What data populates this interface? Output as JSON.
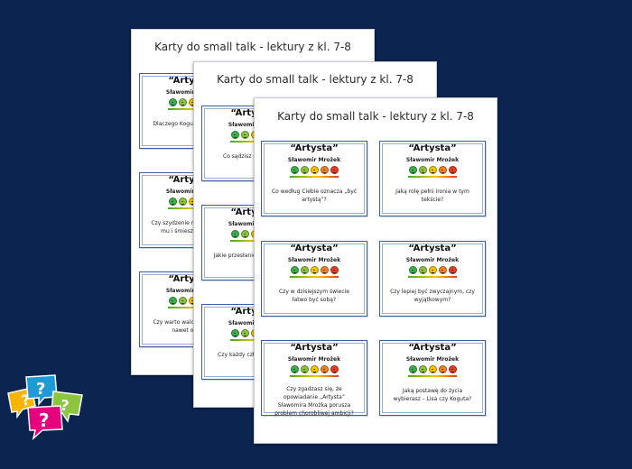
{
  "colors": {
    "background": "#0c2450",
    "card_border": "#3c5fa3",
    "face_colors": [
      "#39b34a",
      "#8cc63f",
      "#f7c400",
      "#f58220",
      "#e93c23"
    ]
  },
  "sheets": [
    {
      "title": "Karty do small talk - lektury z kl. 7-8",
      "cards": [
        {
          "title": "“Artysta”",
          "author": "Sławomir Mrożek",
          "question": "Dlaczego Koguta udawanie..."
        },
        {
          "title": "“Artysta”",
          "author": "Sławomir Mrożek",
          "question": "Czy szydzenie ma uświadomić mu i śmieszności jest..."
        },
        {
          "title": "“Artysta”",
          "author": "Sławomir Mrożek",
          "question": "Czy warto walczyć marzenia, nawet oszust..."
        }
      ]
    },
    {
      "title": "Karty do small talk - lektury z kl. 7-8",
      "cards": [
        {
          "title": "“Artysta”",
          "author": "Sławomir Mrożek",
          "question": "Co sądzisz o gł... – Ko..."
        },
        {
          "title": "“Artysta”",
          "author": "Sławomir Mrożek",
          "question": "Jakie przesłanie niesie utwór..."
        },
        {
          "title": "“Artysta”",
          "author": "Sławomir Mrożek",
          "question": "Czy każdy człowiek z arty..."
        }
      ]
    },
    {
      "title": "Karty do small talk - lektury z kl. 7-8",
      "cards": [
        {
          "title": "“Artysta”",
          "author": "Sławomir Mrożek",
          "question": "Co według Ciebie oznacza „być artystą”?"
        },
        {
          "title": "“Artysta”",
          "author": "Sławomir Mrożek",
          "question": "Jaką rolę pełni ironia w tym tekście?"
        },
        {
          "title": "“Artysta”",
          "author": "Sławomir Mrożek",
          "question": "Czy w dzisiejszym świecie łatwo być sobą?"
        },
        {
          "title": "“Artysta”",
          "author": "Sławomir Mrożek",
          "question": "Czy lepiej być zwyczajnym, czy wyjątkowym?"
        },
        {
          "title": "“Artysta”",
          "author": "Sławomir Mrożek",
          "question": "Czy zgadzasz się, że opowiadanie „Artysta” Sławomira Mrożka porusza problem chorobliwej ambicji?"
        },
        {
          "title": "“Artysta”",
          "author": "Sławomir Mrożek",
          "question": "Jaką postawę do życia wybierasz – Lisa czy Koguta?"
        }
      ]
    }
  ],
  "logo": {
    "glyph": "?",
    "bubble_colors": [
      "#f7b500",
      "#1e9bd7",
      "#8cc63f",
      "#e6007e"
    ]
  }
}
